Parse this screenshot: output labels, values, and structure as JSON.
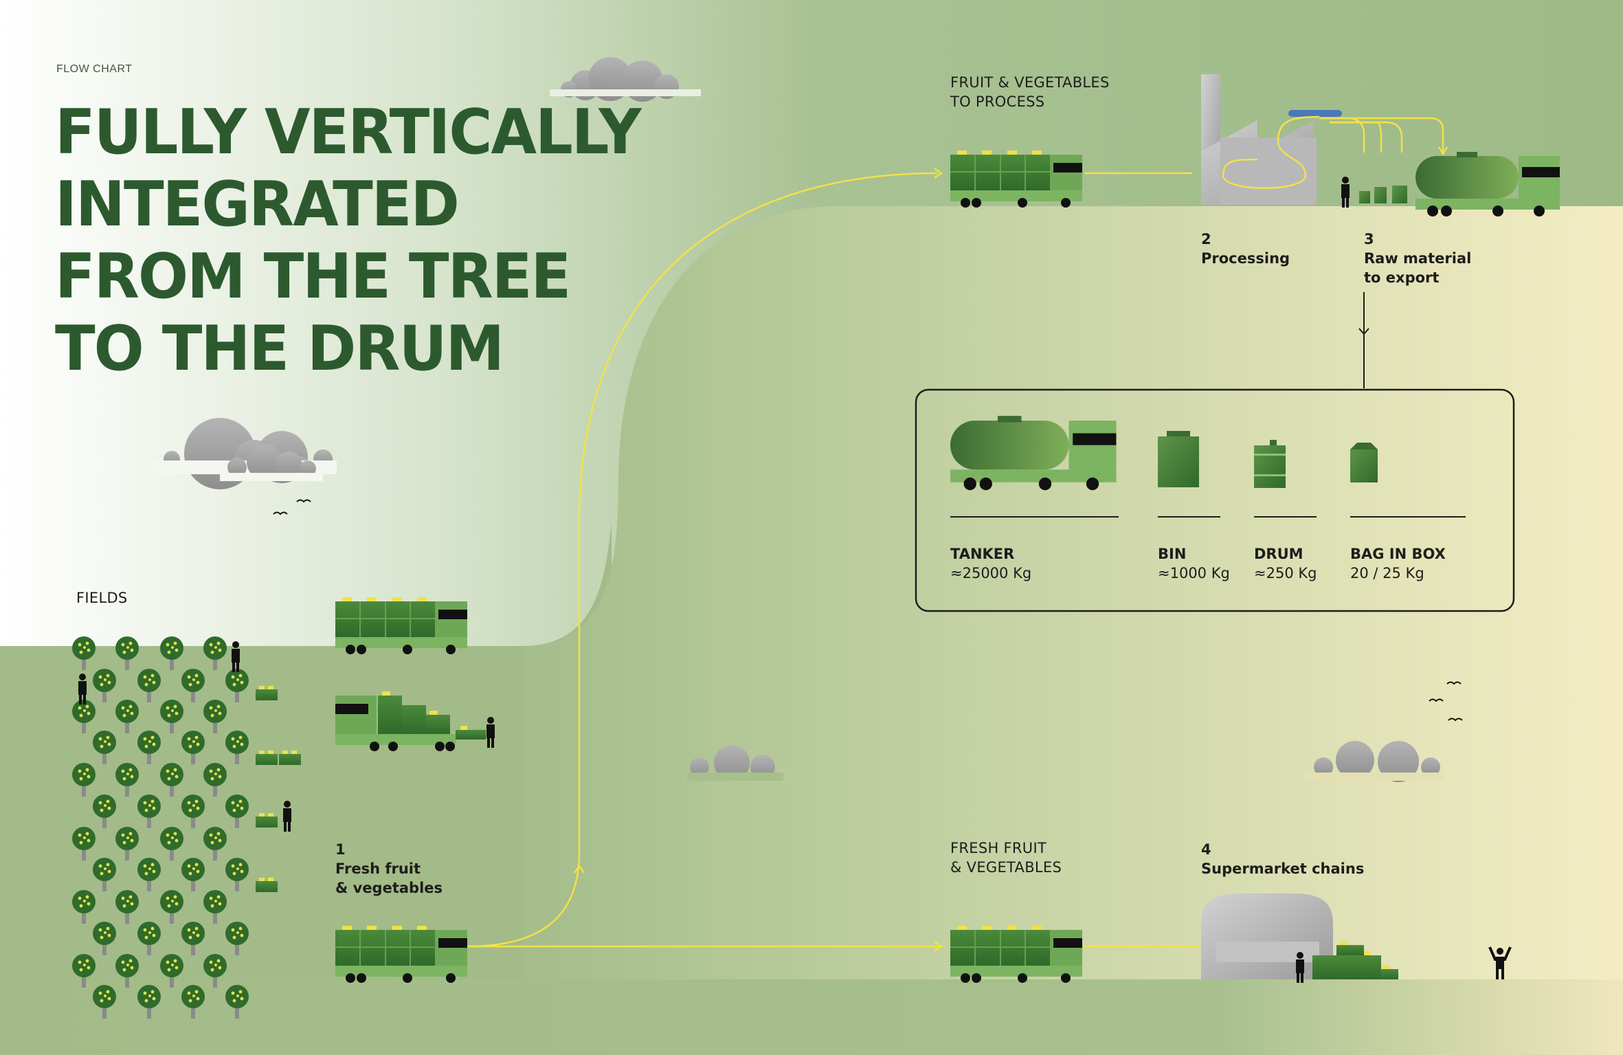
{
  "header": {
    "eyebrow": "FLOW CHART",
    "title": "FULLY VERTICALLY\nINTEGRATED\nFROM THE TREE\nTO THE DRUM"
  },
  "labels": {
    "fields": "FIELDS",
    "fruit_to_process": "FRUIT & VEGETABLES\nTO PROCESS",
    "fresh_fruit_veg": "FRESH FRUIT\n& VEGETABLES"
  },
  "steps": [
    {
      "number": "1",
      "name": "Fresh fruit\n& vegetables"
    },
    {
      "number": "2",
      "name": "Processing"
    },
    {
      "number": "3",
      "name": "Raw material\nto export"
    },
    {
      "number": "4",
      "name": "Supermarket chains"
    }
  ],
  "packaging": [
    {
      "name": "TANKER",
      "weight": "≈25000 Kg"
    },
    {
      "name": "BIN",
      "weight": "≈1000 Kg"
    },
    {
      "name": "DRUM",
      "weight": "≈250 Kg"
    },
    {
      "name": "BAG IN BOX",
      "weight": "20 / 25 Kg"
    }
  ],
  "colors": {
    "title_green": "#2c5a2e",
    "ground_green": "#a3bb88",
    "accent_yellow": "#f2e14a",
    "cream": "#f3ecc2"
  }
}
